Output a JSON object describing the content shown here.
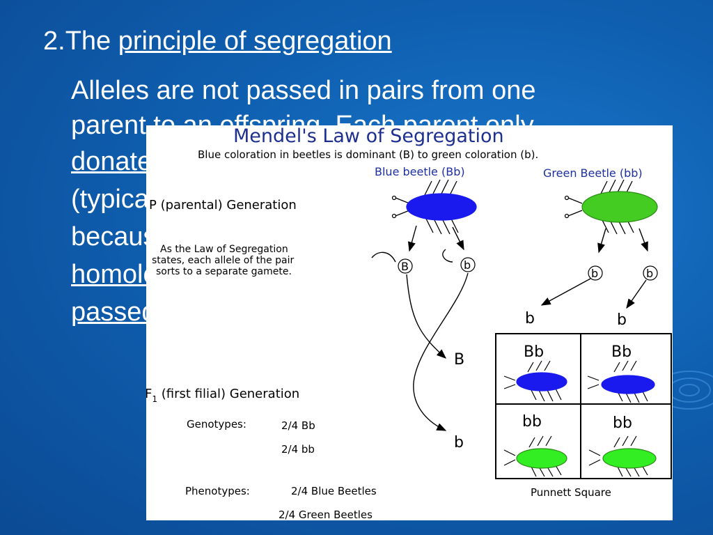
{
  "slide": {
    "heading_num": "2.",
    "heading_the": "The ",
    "heading_term": "principle of segregation",
    "body_lines": [
      {
        "text": "Alleles are not passed in pairs from one",
        "underline": false
      },
      {
        "text": "parent to an offspring.  Each parent only",
        "underline": false
      },
      {
        "text": "donates",
        "underline": true
      },
      {
        "text": "(typically",
        "underline": false
      },
      {
        "text": "because",
        "underline": false
      },
      {
        "text": "homologous",
        "underline": true
      },
      {
        "text": "passed",
        "underline": true
      }
    ]
  },
  "figure": {
    "title": "Mendel's Law of Segregation",
    "subtitle": "Blue coloration in beetles is dominant (B) to green coloration (b).",
    "blue_parent_label": "Blue beetle (Bb)",
    "green_parent_label": "Green Beetle (bb)",
    "p_generation": "P (parental) Generation",
    "law_note": [
      "As the Law of Segregation",
      "states, each allele of the pair",
      "sorts to a separate gamete."
    ],
    "gamete_blue_1": "B",
    "gamete_blue_2": "b",
    "gamete_green_1": "b",
    "gamete_green_2": "b",
    "col_allele_1": "b",
    "col_allele_2": "b",
    "row_allele_1": "B",
    "row_allele_2": "b",
    "f1_generation_prefix": "F",
    "f1_generation_sub": "1",
    "f1_generation_rest": " (first filial) Generation",
    "genotypes_label": "Genotypes:",
    "genotype_1": "2/4 Bb",
    "genotype_2": "2/4 bb",
    "phenotypes_label": "Phenotypes:",
    "phenotype_1": "2/4 Blue Beetles",
    "phenotype_2": "2/4 Green Beetles",
    "punnett_label": "Punnett Square",
    "punnett_cells": [
      "Bb",
      "Bb",
      "bb",
      "bb"
    ],
    "colors": {
      "blue_beetle": "#1a1aee",
      "green_beetle": "#44cc22",
      "offspring_green": "#33ee22"
    }
  }
}
